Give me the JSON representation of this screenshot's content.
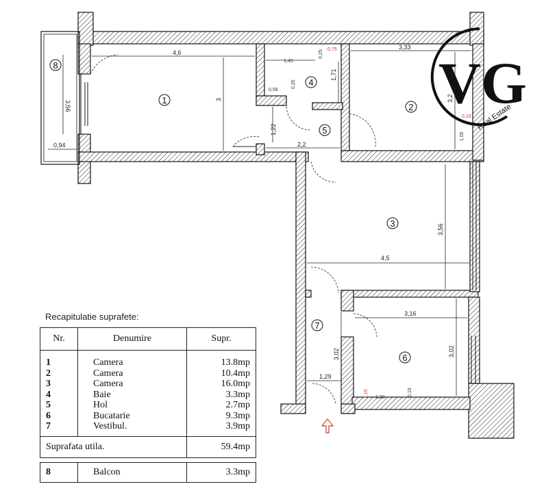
{
  "plan": {
    "dimensions": {
      "d_4_6": "4,6",
      "d_3_33": "3,33",
      "d_1_45": "1,45",
      "d_0_75": "0,75",
      "d_0_25a": "0,25",
      "d_0_25b": "0,25",
      "d_1_71": "1,71",
      "d_0_58": "0,58",
      "d_3": "3",
      "d_3_2": "3,2",
      "d_0_15a": "0,15",
      "d_1_05": "1,05",
      "d_3_56a": "3,56",
      "d_0_94": "0,94",
      "d_1_22": "1,22",
      "d_2_2": "2,2",
      "d_3_56b": "3,56",
      "d_4_5": "4,5",
      "d_3_16": "3,16",
      "d_3_02a": "3,02",
      "d_3_02b": "3,02",
      "d_1_29": "1,29",
      "d_1_00": "1,00",
      "d_0_15b": "0,15",
      "d_1_10": "1,10"
    },
    "rooms": [
      "1",
      "2",
      "3",
      "4",
      "5",
      "6",
      "7",
      "8"
    ]
  },
  "logo": {
    "monogram": "VG",
    "text": "Real Estate"
  },
  "summary": {
    "title": "Recapitulatie suprafete:",
    "headers": [
      "Nr.",
      "Denumire",
      "Supr."
    ],
    "rows": [
      {
        "nr": "1",
        "name": "Camera",
        "area": "13.8mp"
      },
      {
        "nr": "2",
        "name": "Camera",
        "area": "10.4mp"
      },
      {
        "nr": "3",
        "name": "Camera",
        "area": "16.0mp"
      },
      {
        "nr": "4",
        "name": "Baie",
        "area": "3.3mp"
      },
      {
        "nr": "5",
        "name": "Hol",
        "area": "2.7mp"
      },
      {
        "nr": "6",
        "name": "Bucatarie",
        "area": "9.3mp"
      },
      {
        "nr": "7",
        "name": "Vestibul.",
        "area": "3.9mp"
      }
    ],
    "util_label": "Suprafata utila.",
    "util_value": "59.4mp",
    "balcon": {
      "nr": "8",
      "name": "Balcon",
      "area": "3.3mp"
    }
  },
  "colors": {
    "wall_stroke": "#111111",
    "dimension_red": "#c0392b",
    "entrance_arrow": "#d9534f"
  }
}
